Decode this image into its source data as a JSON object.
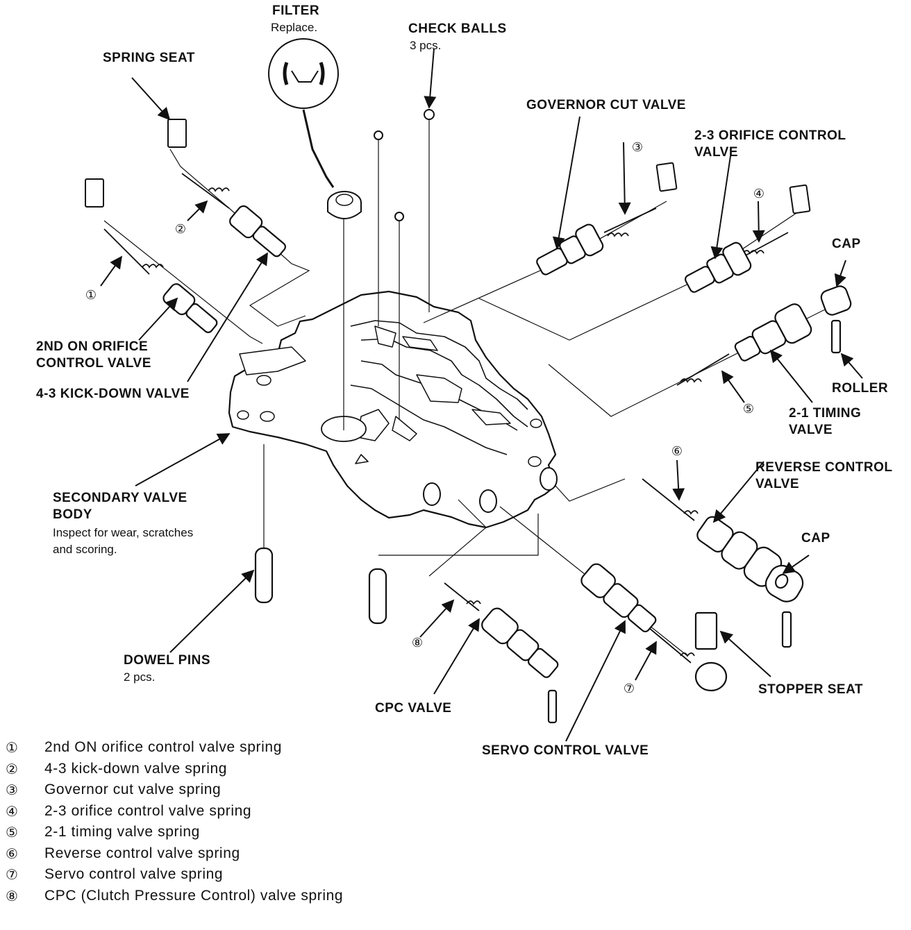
{
  "labels": {
    "filter": "FILTER",
    "filter_note": "Replace.",
    "check_balls": "CHECK BALLS",
    "check_balls_note": "3 pcs.",
    "spring_seat": "SPRING SEAT",
    "governor_cut_valve": "GOVERNOR CUT VALVE",
    "orifice_23_l1": "2-3 ORIFICE CONTROL",
    "orifice_23_l2": "VALVE",
    "cap_top": "CAP",
    "roller": "ROLLER",
    "timing_21_l1": "2-1 TIMING",
    "timing_21_l2": "VALVE",
    "reverse_l1": "REVERSE CONTROL",
    "reverse_l2": "VALVE",
    "cap_bottom": "CAP",
    "stopper_seat": "STOPPER SEAT",
    "servo": "SERVO CONTROL VALVE",
    "cpc": "CPC VALVE",
    "dowel": "DOWEL PINS",
    "dowel_note": "2 pcs.",
    "secondary_l1": "SECONDARY VALVE",
    "secondary_l2": "BODY",
    "secondary_note_l1": "Inspect for wear, scratches",
    "secondary_note_l2": "and scoring.",
    "orifice_2nd_l1": "2ND ON ORIFICE",
    "orifice_2nd_l2": "CONTROL VALVE",
    "kickdown": "4-3 KICK-DOWN VALVE"
  },
  "callouts": [
    "①",
    "②",
    "③",
    "④",
    "⑤",
    "⑥",
    "⑦",
    "⑧"
  ],
  "legend": [
    {
      "num": "①",
      "text": "2nd ON orifice control valve spring"
    },
    {
      "num": "②",
      "text": "4-3 kick-down valve spring"
    },
    {
      "num": "③",
      "text": "Governor cut valve spring"
    },
    {
      "num": "④",
      "text": "2-3 orifice control valve spring"
    },
    {
      "num": "⑤",
      "text": "2-1 timing valve spring"
    },
    {
      "num": "⑥",
      "text": "Reverse control valve spring"
    },
    {
      "num": "⑦",
      "text": "Servo control valve spring"
    },
    {
      "num": "⑧",
      "text": "CPC (Clutch Pressure Control) valve spring"
    }
  ],
  "colors": {
    "ink": "#111111",
    "paper": "#ffffff"
  }
}
